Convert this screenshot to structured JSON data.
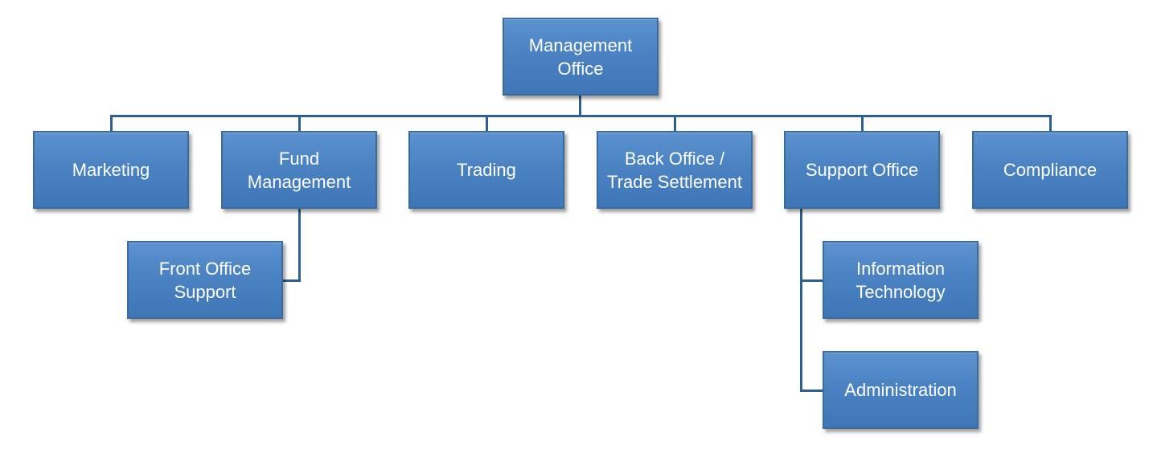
{
  "diagram": {
    "nodes": {
      "management_office": "Management\nOffice",
      "marketing": "Marketing",
      "fund_management": "Fund\nManagement",
      "trading": "Trading",
      "back_office": "Back Office /\nTrade Settlement",
      "support_office": "Support Office",
      "compliance": "Compliance",
      "front_office_support": "Front Office\nSupport",
      "information_technology": "Information\nTechnology",
      "administration": "Administration"
    },
    "edges": [
      [
        "Management Office",
        "Marketing"
      ],
      [
        "Management Office",
        "Fund Management"
      ],
      [
        "Management Office",
        "Trading"
      ],
      [
        "Management Office",
        "Back Office / Trade Settlement"
      ],
      [
        "Management Office",
        "Support Office"
      ],
      [
        "Management Office",
        "Compliance"
      ],
      [
        "Fund Management",
        "Front Office Support"
      ],
      [
        "Support Office",
        "Information Technology"
      ],
      [
        "Support Office",
        "Administration"
      ]
    ],
    "colors": {
      "node_fill": "#4a82c2",
      "node_border": "#3b6a9d",
      "connector": "#2f5f91",
      "text": "#ffffff"
    }
  }
}
